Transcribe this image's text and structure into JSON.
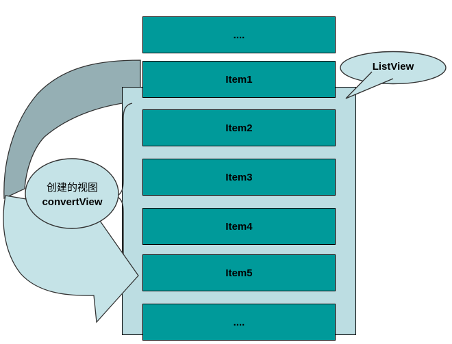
{
  "diagram": {
    "title_hint": "ListView convertView recycling diagram",
    "listview_callout": {
      "label": "ListView"
    },
    "convertview_callout": {
      "label_line1": "创建的视图",
      "label_line2": "convertView"
    },
    "items": [
      {
        "label": "...."
      },
      {
        "label": "Item1"
      },
      {
        "label": "Item2"
      },
      {
        "label": "Item3"
      },
      {
        "label": "Item4"
      },
      {
        "label": "Item5"
      },
      {
        "label": "...."
      }
    ],
    "colors": {
      "item_fill": "#009a9a",
      "panel_fill": "#bcdde2",
      "arrow_back_fill": "#95afb4",
      "arrow_front_fill": "#c5e3e7",
      "callout_fill": "#c5e3e7",
      "shape_stroke": "#333333",
      "rect_stroke": "#000000"
    }
  }
}
